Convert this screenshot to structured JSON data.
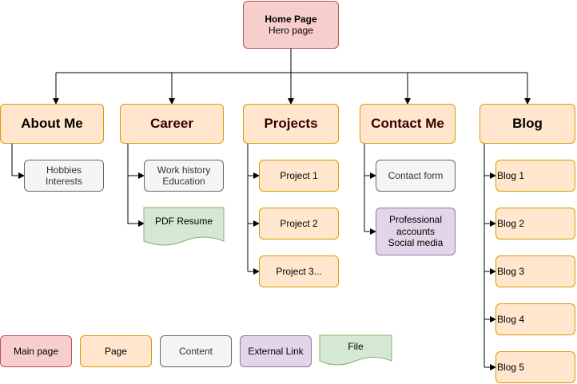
{
  "home": {
    "title": "Home Page",
    "subtitle": "Hero page"
  },
  "sections": {
    "about": "About Me",
    "career": "Career",
    "projects": "Projects",
    "contact": "Contact Me",
    "blog": "Blog"
  },
  "about_items": [
    "Hobbies\nInterests"
  ],
  "career_items": [
    "Work history\nEducation",
    "PDF Resume"
  ],
  "project_items": [
    "Project 1",
    "Project 2",
    "Project 3..."
  ],
  "contact_items": [
    "Contact form",
    "Professional\naccounts\nSocial media"
  ],
  "blog_items": [
    "Blog 1",
    "Blog 2",
    "Blog 3",
    "Blog 4",
    "Blog 5"
  ],
  "legend": {
    "main": "Main page",
    "page": "Page",
    "content": "Content",
    "external": "External Link",
    "file": "File"
  },
  "colors": {
    "main_fill": "#f8cecc",
    "main_stroke": "#b85450",
    "page_fill": "#ffe6cc",
    "page_stroke": "#d79b00",
    "content_fill": "#f5f5f5",
    "content_stroke": "#666666",
    "external_fill": "#e1d5e7",
    "external_stroke": "#9673a6",
    "file_fill": "#d5e8d4",
    "file_stroke": "#82b366"
  }
}
